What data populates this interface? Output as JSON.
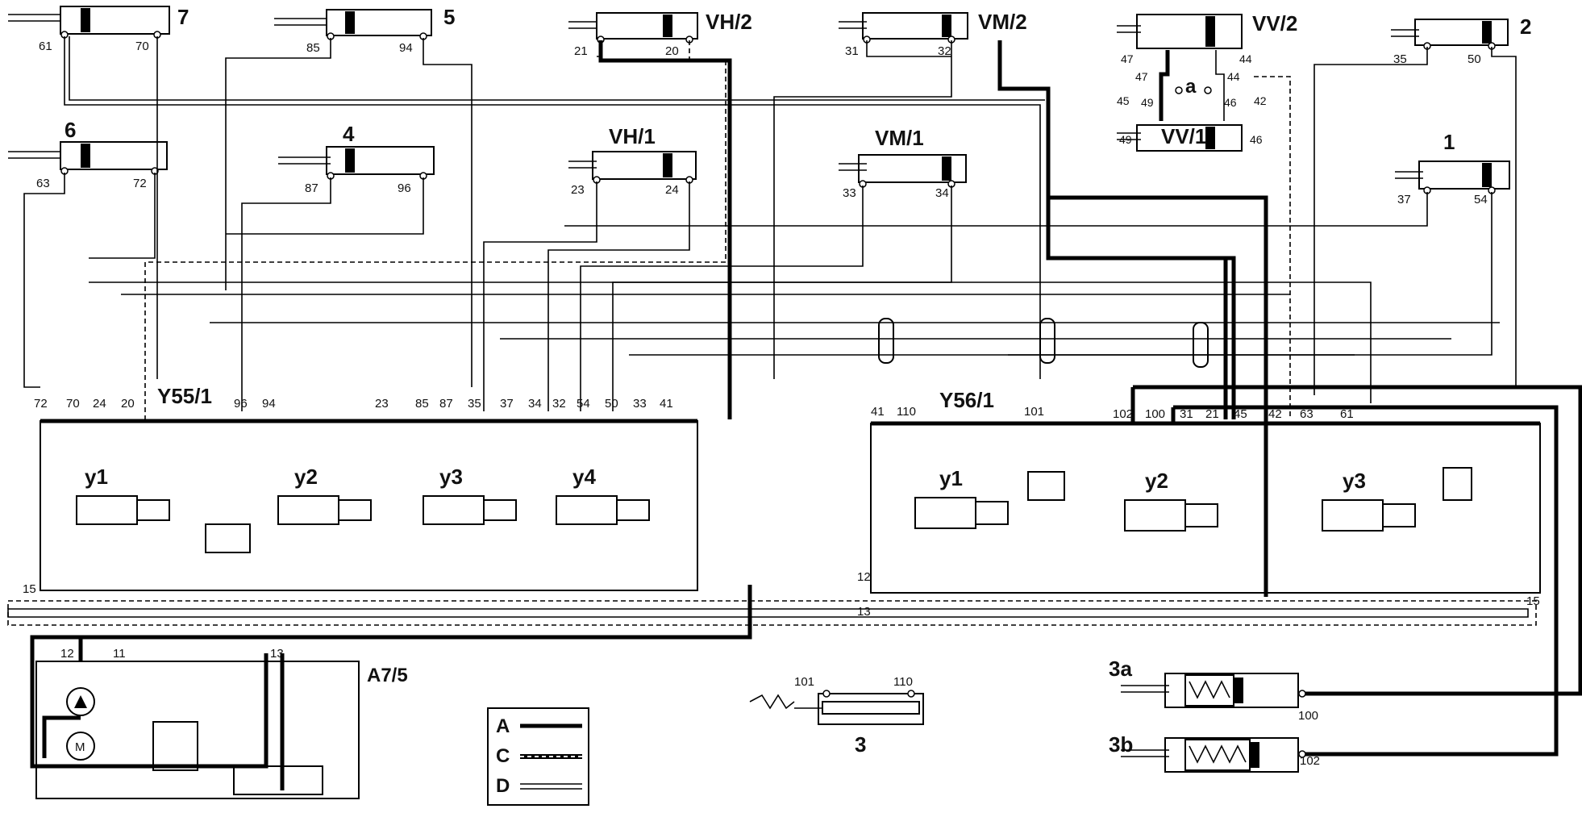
{
  "cylinders": {
    "c7": {
      "name": "7",
      "ports": [
        "61",
        "70"
      ]
    },
    "c5": {
      "name": "5",
      "ports": [
        "85",
        "94"
      ]
    },
    "cvh2": {
      "name": "VH/2",
      "ports": [
        "21",
        "20"
      ]
    },
    "cvm2": {
      "name": "VM/2",
      "ports": [
        "31",
        "32"
      ]
    },
    "cvv2": {
      "name": "VV/2",
      "ports": [
        "47",
        "44",
        "47",
        "44",
        "45",
        "49",
        "46",
        "42"
      ],
      "junction": "a"
    },
    "c2": {
      "name": "2",
      "ports": [
        "35",
        "50"
      ]
    },
    "c6": {
      "name": "6",
      "ports": [
        "63",
        "72"
      ]
    },
    "c4": {
      "name": "4",
      "ports": [
        "87",
        "96"
      ]
    },
    "cvh1": {
      "name": "VH/1",
      "ports": [
        "23",
        "24"
      ]
    },
    "cvm1": {
      "name": "VM/1",
      "ports": [
        "33",
        "34"
      ]
    },
    "cvv1": {
      "name": "VV/1",
      "ports": [
        "49",
        "46"
      ]
    },
    "c1": {
      "name": "1",
      "ports": [
        "37",
        "54"
      ]
    },
    "c3": {
      "name": "3",
      "ports": [
        "101",
        "110"
      ]
    },
    "c3a": {
      "name": "3a",
      "ports": [
        "100"
      ]
    },
    "c3b": {
      "name": "3b",
      "ports": [
        "102"
      ]
    }
  },
  "blocks": {
    "y55": {
      "name": "Y55/1",
      "ports": [
        "72",
        "70",
        "24",
        "20",
        "96",
        "94",
        "23",
        "85",
        "87",
        "35",
        "37",
        "34",
        "32",
        "54",
        "50",
        "33",
        "41"
      ],
      "valves": [
        "y1",
        "y2",
        "y3",
        "y4"
      ],
      "left_port": "15"
    },
    "y56": {
      "name": "Y56/1",
      "ports": [
        "41",
        "110",
        "101",
        "102",
        "100",
        "31",
        "21",
        "45",
        "42",
        "63",
        "61"
      ],
      "valves": [
        "y1",
        "y2",
        "y3"
      ],
      "port12": "12",
      "port13": "13",
      "right_port": "15"
    },
    "pump": {
      "name": "A7/5",
      "ports": [
        "12",
        "11",
        "13"
      ],
      "motor": "M"
    }
  },
  "legend": [
    {
      "key": "A",
      "style": "solid-thick"
    },
    {
      "key": "C",
      "style": "dashed"
    },
    {
      "key": "D",
      "style": "double-thin"
    }
  ]
}
